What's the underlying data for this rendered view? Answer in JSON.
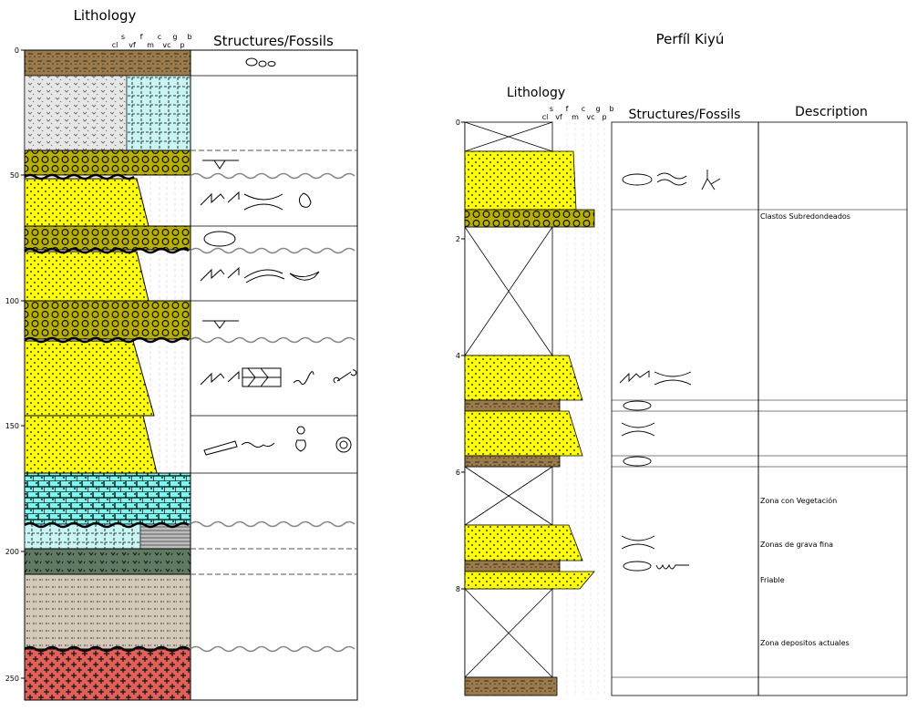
{
  "left_panel": {
    "lithology_title": "Lithology",
    "structures_title": "Structures/Fossils",
    "grain_labels": [
      "cl",
      "s",
      "vf",
      "f",
      "m",
      "c",
      "vc",
      "g",
      "p",
      "b"
    ],
    "depth_ticks": [
      "0",
      "50",
      "100",
      "150",
      "200",
      "250"
    ]
  },
  "right_panel": {
    "section_title": "Perfíl Kiyú",
    "lithology_title": "Lithology",
    "structures_title": "Structures/Fossils",
    "description_title": "Description",
    "grain_labels": [
      "cl",
      "s",
      "vf",
      "f",
      "m",
      "c",
      "vc",
      "g",
      "p",
      "b"
    ],
    "depth_ticks": [
      "0",
      "2",
      "4",
      "6",
      "8"
    ],
    "descriptions": [
      "Clastos Subredondeados",
      "Zona con Vegetación",
      "Zonas de grava fina",
      "Friable",
      "Zona depositos actuales"
    ]
  },
  "colors": {
    "sand": "#ffff00",
    "conglomerate": "#b8b000",
    "brown_mud": "#9a7a4a",
    "limestone": "#7ff5f0",
    "pale_cyan": "#c8f4f4",
    "speckled": "#e6e6e6",
    "dark_green": "#5e7a63",
    "tan_silt": "#d4c8b8",
    "red_granite": "#e0605a"
  }
}
